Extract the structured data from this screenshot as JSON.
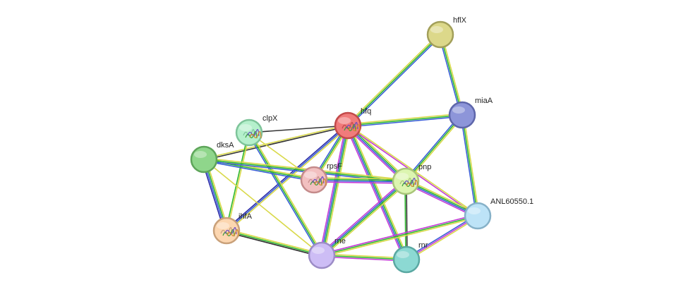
{
  "network": {
    "nodes": [
      {
        "id": "hflX",
        "label": "hflX",
        "color": "#dcd88a",
        "stroke": "#a29f5a",
        "glyph": false
      },
      {
        "id": "miaA",
        "label": "miaA",
        "color": "#8d95d9",
        "stroke": "#5e66aa",
        "glyph": false
      },
      {
        "id": "hfq",
        "label": "hfq",
        "color": "#f07b7b",
        "stroke": "#c24a4a",
        "glyph": true
      },
      {
        "id": "clpX",
        "label": "clpX",
        "color": "#b5f0cc",
        "stroke": "#7ec49a",
        "glyph": true
      },
      {
        "id": "dksA",
        "label": "dksA",
        "color": "#8fd68b",
        "stroke": "#5ea55a",
        "glyph": false
      },
      {
        "id": "rpsF",
        "label": "rpsF",
        "color": "#f2c0c0",
        "stroke": "#c48b8b",
        "glyph": true
      },
      {
        "id": "pnp",
        "label": "pnp",
        "color": "#dcf5b0",
        "stroke": "#a9c57a",
        "glyph": true
      },
      {
        "id": "ANL60550.1",
        "label": "ANL60550.1",
        "color": "#bde3f7",
        "stroke": "#86b1c8",
        "glyph": false
      },
      {
        "id": "ihfA",
        "label": "ihfA",
        "color": "#fcd6b0",
        "stroke": "#c9a17a",
        "glyph": true
      },
      {
        "id": "rne",
        "label": "rne",
        "color": "#cdbdf5",
        "stroke": "#9c8cc6",
        "glyph": false
      },
      {
        "id": "rnr",
        "label": "rnr",
        "color": "#8cd9d3",
        "stroke": "#5aa8a2",
        "glyph": false
      }
    ],
    "edges": [
      {
        "source": "hfq",
        "target": "hflX",
        "colors": [
          "#d9d94a",
          "#2fb82f",
          "#3a5fd6"
        ]
      },
      {
        "source": "hflX",
        "target": "miaA",
        "colors": [
          "#d9d94a",
          "#2fb82f",
          "#3a5fd6"
        ]
      },
      {
        "source": "hfq",
        "target": "miaA",
        "colors": [
          "#d9d94a",
          "#2fb82f",
          "#3a5fd6"
        ]
      },
      {
        "source": "hfq",
        "target": "clpX",
        "colors": [
          "#333333"
        ]
      },
      {
        "source": "hfq",
        "target": "dksA",
        "colors": [
          "#333333",
          "#d9d94a"
        ]
      },
      {
        "source": "hfq",
        "target": "rpsF",
        "colors": [
          "#d9d94a",
          "#2fb82f",
          "#3a5fd6"
        ]
      },
      {
        "source": "hfq",
        "target": "pnp",
        "colors": [
          "#d9d94a",
          "#2fb82f",
          "#3a5fd6",
          "#c43bd6"
        ]
      },
      {
        "source": "hfq",
        "target": "ANL60550.1",
        "colors": [
          "#d9d94a",
          "#c43bd6"
        ]
      },
      {
        "source": "hfq",
        "target": "ihfA",
        "colors": [
          "#d9d94a",
          "#3a5fd6",
          "#2a2aa8"
        ]
      },
      {
        "source": "hfq",
        "target": "rne",
        "colors": [
          "#d9d94a",
          "#2fb82f",
          "#3a5fd6",
          "#c43bd6"
        ]
      },
      {
        "source": "hfq",
        "target": "rnr",
        "colors": [
          "#d9d94a",
          "#2fb82f",
          "#3a5fd6",
          "#c43bd6"
        ]
      },
      {
        "source": "miaA",
        "target": "pnp",
        "colors": [
          "#d9d94a",
          "#2fb82f",
          "#3a5fd6"
        ]
      },
      {
        "source": "miaA",
        "target": "ANL60550.1",
        "colors": [
          "#d9d94a",
          "#2fb82f",
          "#3a5fd6"
        ]
      },
      {
        "source": "clpX",
        "target": "rpsF",
        "colors": [
          "#d9d94a"
        ]
      },
      {
        "source": "clpX",
        "target": "ihfA",
        "colors": [
          "#d9d94a",
          "#2fb82f"
        ]
      },
      {
        "source": "clpX",
        "target": "rne",
        "colors": [
          "#d9d94a",
          "#2fb82f",
          "#3a5fd6"
        ]
      },
      {
        "source": "dksA",
        "target": "rpsF",
        "colors": [
          "#d9d94a",
          "#2fb82f",
          "#3a5fd6"
        ]
      },
      {
        "source": "dksA",
        "target": "pnp",
        "colors": [
          "#d9d94a",
          "#2fb82f",
          "#3a5fd6"
        ]
      },
      {
        "source": "dksA",
        "target": "ihfA",
        "colors": [
          "#d9d94a",
          "#2fb82f",
          "#3a5fd6",
          "#2a2aa8"
        ]
      },
      {
        "source": "dksA",
        "target": "rne",
        "colors": [
          "#d9d94a"
        ]
      },
      {
        "source": "rpsF",
        "target": "pnp",
        "colors": [
          "#d9d94a",
          "#2fb82f",
          "#3a5fd6",
          "#c43bd6"
        ]
      },
      {
        "source": "pnp",
        "target": "ANL60550.1",
        "colors": [
          "#d9d94a",
          "#2fb82f",
          "#3a5fd6",
          "#c43bd6"
        ]
      },
      {
        "source": "pnp",
        "target": "rne",
        "colors": [
          "#d9d94a",
          "#2fb82f",
          "#3a5fd6",
          "#c43bd6"
        ]
      },
      {
        "source": "pnp",
        "target": "rnr",
        "colors": [
          "#333333",
          "#2fb82f"
        ]
      },
      {
        "source": "ANL60550.1",
        "target": "rne",
        "colors": [
          "#d9d94a",
          "#2fb82f",
          "#c43bd6"
        ]
      },
      {
        "source": "ANL60550.1",
        "target": "rnr",
        "colors": [
          "#d9d94a",
          "#c43bd6",
          "#3a5fd6"
        ]
      },
      {
        "source": "ihfA",
        "target": "rne",
        "colors": [
          "#d9d94a",
          "#2fb82f",
          "#333333"
        ]
      },
      {
        "source": "rne",
        "target": "rnr",
        "colors": [
          "#d9d94a",
          "#2fb82f",
          "#c43bd6"
        ]
      }
    ]
  }
}
